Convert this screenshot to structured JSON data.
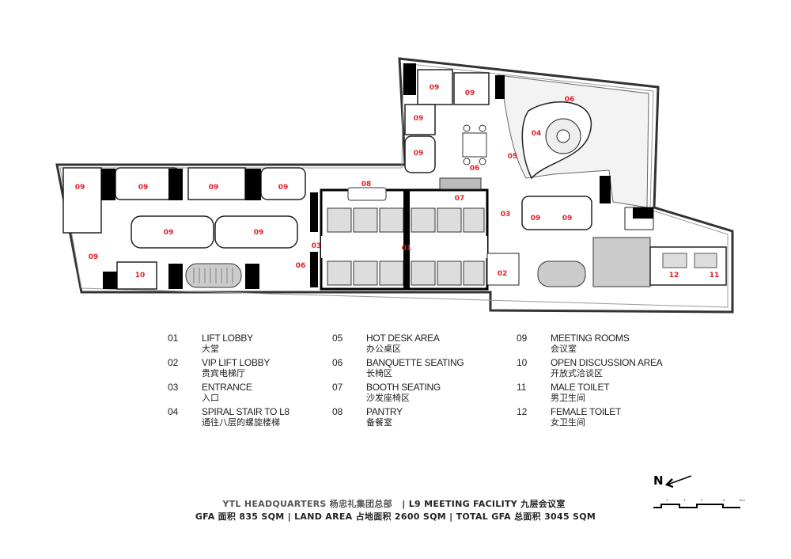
{
  "plan_labels": {
    "r09a": "09",
    "r09b": "09",
    "r09c": "09",
    "r09d": "09",
    "r09e": "09",
    "r09f": "09",
    "r09g": "09",
    "r09h": "09",
    "r09i": "09",
    "r09j": "09",
    "r09k": "09",
    "r09l": "09",
    "r09m": "09",
    "r10": "10",
    "r06a": "06",
    "r06b": "06",
    "r06c": "06",
    "r03a": "03",
    "r03b": "03",
    "r01": "01",
    "r02": "02",
    "r08": "08",
    "r07": "07",
    "r05": "05",
    "r04": "04",
    "r12": "12",
    "r11": "11"
  },
  "legend": [
    {
      "num": "01",
      "en": "LIFT LOBBY",
      "cn": "大堂"
    },
    {
      "num": "02",
      "en": "VIP LIFT LOBBY",
      "cn": "贵宾电梯厅"
    },
    {
      "num": "03",
      "en": "ENTRANCE",
      "cn": "入口"
    },
    {
      "num": "04",
      "en": "SPIRAL STAIR TO L8",
      "cn": "通往八层的螺旋楼梯"
    },
    {
      "num": "05",
      "en": "HOT DESK AREA",
      "cn": "办公桌区"
    },
    {
      "num": "06",
      "en": "BANQUETTE SEATING",
      "cn": "长椅区"
    },
    {
      "num": "07",
      "en": "BOOTH SEATING",
      "cn": "沙发座椅区"
    },
    {
      "num": "08",
      "en": "PANTRY",
      "cn": "备餐室"
    },
    {
      "num": "09",
      "en": "MEETING ROOMS",
      "cn": "会议室"
    },
    {
      "num": "10",
      "en": "OPEN DISCUSSION AREA",
      "cn": "开放式洽谈区"
    },
    {
      "num": "11",
      "en": "MALE TOILET",
      "cn": "男卫生间"
    },
    {
      "num": "12",
      "en": "FEMALE TOILET",
      "cn": "女卫生间"
    }
  ],
  "footer": {
    "project": "YTL HEADQUARTERS 杨忠礼集团总部",
    "facility": "| L9 MEETING FACILITY 九层会议室",
    "gfa": "GFA 面积 835 SQM",
    "land": "| LAND AREA 占地面积 2600 SQM",
    "total": "| TOTAL GFA 总面积 3045 SQM"
  },
  "north": "N",
  "scale_ticks": [
    "1",
    "3",
    "5",
    "8",
    "10m"
  ],
  "colors": {
    "label": "#e0202a",
    "core": "#000000",
    "service": "#c8c8c8"
  }
}
